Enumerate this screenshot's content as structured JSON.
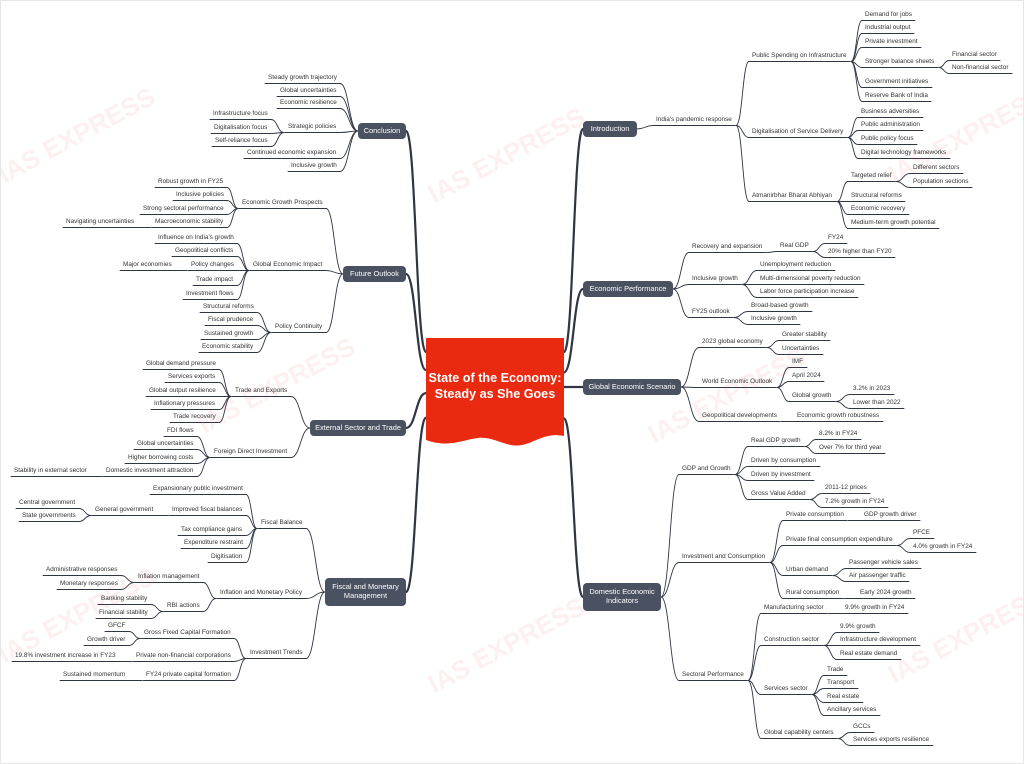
{
  "title": "State of the Economy: Steady as She Goes",
  "watermark": "IAS EXPRESS",
  "colors": {
    "center": "#ea2a10",
    "node": "#4a5160",
    "line": "#2f3542"
  },
  "main": {
    "introduction": "Introduction",
    "economic_performance": "Economic Performance",
    "global_economic_scenario": "Global Economic Scenario",
    "domestic_economic_indicators": "Domestic Economic Indicators",
    "conclusion": "Conclusion",
    "future_outlook": "Future Outlook",
    "external_sector_and_trade": "External Sector and Trade",
    "fiscal_and_monetary_management": "Fiscal and Monetary Management"
  },
  "t": {
    "intro_pandemic": "India's pandemic response",
    "intro_infra": "Public Spending on Infrastructure",
    "intro_jobs": "Demand for jobs",
    "intro_industrial": "Industrial output",
    "intro_private_inv": "Private investment",
    "intro_balance": "Stronger balance sheets",
    "intro_fin": "Financial sector",
    "intro_nonfin": "Non-financial sector",
    "intro_govt": "Government initiatives",
    "intro_rbi": "Reserve Bank of India",
    "intro_digital": "Digitalisation of Service Delivery",
    "intro_business": "Business adversities",
    "intro_public_admin": "Public administration",
    "intro_policy_focus": "Public policy focus",
    "intro_dtf": "Digital technology frameworks",
    "intro_abhiyan": "Atmanirbhar Bharat Abhiyan",
    "intro_targeted": "Targeted relief",
    "intro_diff_sectors": "Different sectors",
    "intro_population": "Population sections",
    "intro_structural": "Structural reforms",
    "intro_recovery": "Economic recovery",
    "intro_medium": "Medium-term growth potential",
    "ep_recovery": "Recovery and expansion",
    "ep_real_gdp": "Real GDP",
    "ep_fy24": "FY24",
    "ep_20pct": "20% higher than FY20",
    "ep_inclusive": "Inclusive growth",
    "ep_unemployment": "Unemployment reduction",
    "ep_poverty": "Multi-dimensional poverty reduction",
    "ep_labor": "Labor force participation increase",
    "ep_fy25": "FY25 outlook",
    "ep_broad": "Broad-based growth",
    "ep_incl": "Inclusive growth",
    "ges_2023": "2023 global economy",
    "ges_stability": "Greater stability",
    "ges_uncertainties": "Uncertainties",
    "ges_weo": "World Economic Outlook",
    "ges_imf": "IMF",
    "ges_april": "April 2024",
    "ges_global_growth": "Global growth",
    "ges_32": "3.2% in 2023",
    "ges_lower": "Lower than 2022",
    "ges_geo": "Geopolitical developments",
    "ges_robust": "Economic growth robustness",
    "dei_gdp": "GDP and Growth",
    "dei_real_gdp": "Real GDP growth",
    "dei_82": "8.2% in FY24",
    "dei_over7": "Over 7% for third year",
    "dei_consumption": "Driven by consumption",
    "dei_investment": "Driven by investment",
    "dei_gva": "Gross Value Added",
    "dei_2011": "2011-12 prices",
    "dei_72": "7.2% growth in FY24",
    "dei_ic": "Investment and Consumption",
    "dei_priv_cons": "Private consumption",
    "dei_gdp_driver": "GDP growth driver",
    "dei_pfce_full": "Private final consumption expenditure",
    "dei_pfce": "PFCE",
    "dei_40": "4.0% growth in FY24",
    "dei_urban": "Urban demand",
    "dei_pv": "Passenger vehicle sales",
    "dei_air": "Air passenger traffic",
    "dei_rural": "Rural consumption",
    "dei_early": "Early 2024 growth",
    "dei_sectoral": "Sectoral Performance",
    "dei_mfg": "Manufacturing sector",
    "dei_99a": "9.9% growth in FY24",
    "dei_constr": "Construction sector",
    "dei_99b": "9.9% growth",
    "dei_infra_dev": "Infrastructure development",
    "dei_real_demand": "Real estate demand",
    "dei_services": "Services sector",
    "dei_trade": "Trade",
    "dei_transport": "Transport",
    "dei_real_estate": "Real estate",
    "dei_ancillary": "Ancillary services",
    "dei_gcc_centers": "Global capability centers",
    "dei_gccs": "GCCs",
    "dei_svc_exports": "Services exports resilience",
    "con_steady": "Steady growth trajectory",
    "con_global": "Global uncertainties",
    "con_resilience": "Economic resilience",
    "con_strategic": "Strategic policies",
    "con_infra": "Infrastructure focus",
    "con_digital": "Digitalisation focus",
    "con_self": "Self-reliance focus",
    "con_continued": "Continued economic expansion",
    "con_inclusive": "Inclusive growth",
    "fo_egp": "Economic Growth Prospects",
    "fo_robust": "Robust growth in FY25",
    "fo_incl_pol": "Inclusive policies",
    "fo_strong": "Strong sectoral performance",
    "fo_macro": "Macroeconomic stability",
    "fo_navigating": "Navigating uncertainties",
    "fo_gei": "Global Economic Impact",
    "fo_influence": "Influence on India's growth",
    "fo_geo": "Geopolitical conflicts",
    "fo_policy": "Policy changes",
    "fo_major": "Major economies",
    "fo_trade": "Trade impact",
    "fo_inv_flows": "Investment flows",
    "fo_pc": "Policy Continuity",
    "fo_structural": "Structural reforms",
    "fo_fiscal": "Fiscal prudence",
    "fo_sustained": "Sustained growth",
    "fo_econ_stab": "Economic stability",
    "est_te": "Trade and Exports",
    "est_gdp": "Global demand pressure",
    "est_svc": "Services exports",
    "est_gor": "Global output resilience",
    "est_infl": "Inflationary pressures",
    "est_trade_rec": "Trade recovery",
    "est_fdi": "Foreign Direct Investment",
    "est_fdi_flows": "FDI flows",
    "est_gu": "Global uncertainties",
    "est_borrow": "Higher borrowing costs",
    "est_dia": "Domestic investment attraction",
    "est_stability": "Stability in external sector",
    "fmm_fb": "Fiscal Balance",
    "fmm_exp": "Expansionary public investment",
    "fmm_ifb": "Improved fiscal balances",
    "fmm_gg": "General government",
    "fmm_central": "Central government",
    "fmm_state": "State governments",
    "fmm_tax": "Tax compliance gains",
    "fmm_restraint": "Expenditure restraint",
    "fmm_digit": "Digitisation",
    "fmm_imp": "Inflation and Monetary Policy",
    "fmm_im": "Inflation management",
    "fmm_admin": "Administrative responses",
    "fmm_monetary": "Monetary responses",
    "fmm_rbi": "RBI actions",
    "fmm_banking": "Banking stability",
    "fmm_fin_stab": "Financial stability",
    "fmm_it": "Investment Trends",
    "fmm_gfcf_full": "Gross Fixed Capital Formation",
    "fmm_gfcf": "GFCF",
    "fmm_growth_driver": "Growth driver",
    "fmm_pnfc": "Private non-financial corporations",
    "fmm_198": "19.8% investment increase in FY23",
    "fmm_fy24": "FY24 private capital formation",
    "fmm_sustained": "Sustained momentum"
  }
}
